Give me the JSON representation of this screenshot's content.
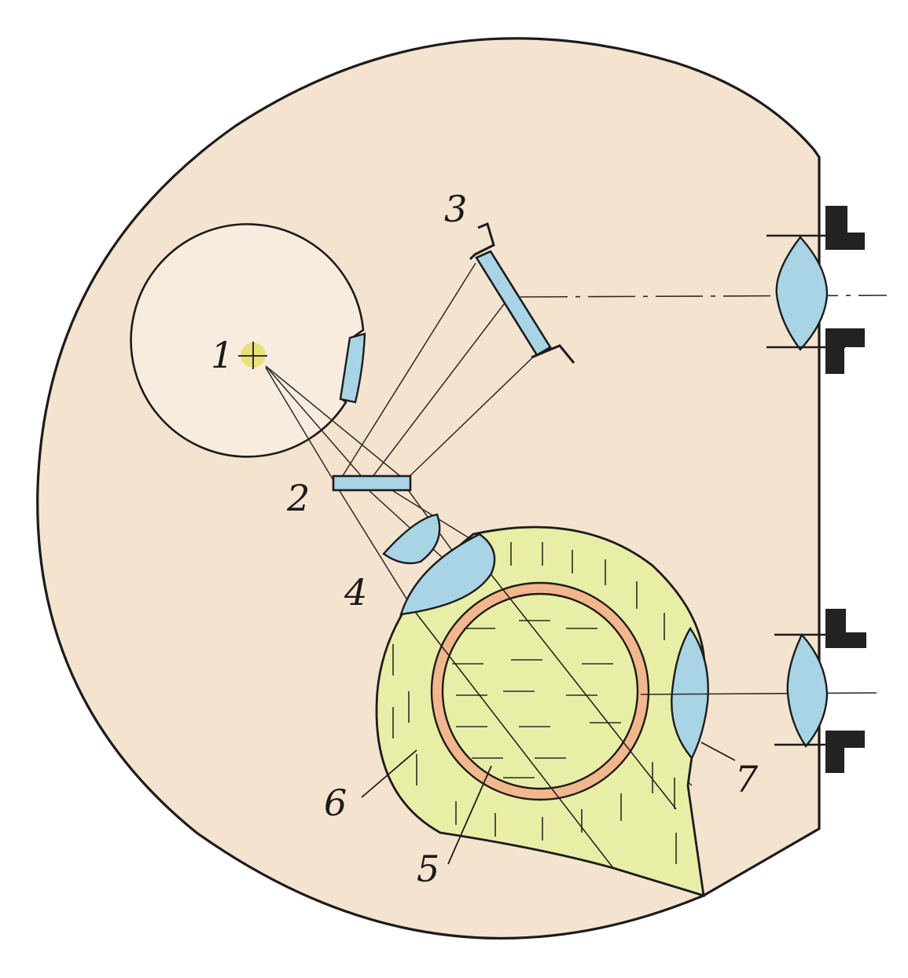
{
  "colors": {
    "housing": "#f4e3cf",
    "lamp_chamber": "#f7ecdd",
    "glass": "#a8d4e6",
    "cuvette": "#e9eea6",
    "ring": "#f2b78c",
    "lamp": "#e9e07a",
    "ink": "#1c1c1c",
    "mount": "#222222"
  },
  "labels": {
    "lamp": "1",
    "mirror_flat": "2",
    "mirror_tilted": "3",
    "lens_condenser": "4",
    "sample_tube": "5",
    "cuvette_body": "6",
    "exit_window": "7"
  }
}
